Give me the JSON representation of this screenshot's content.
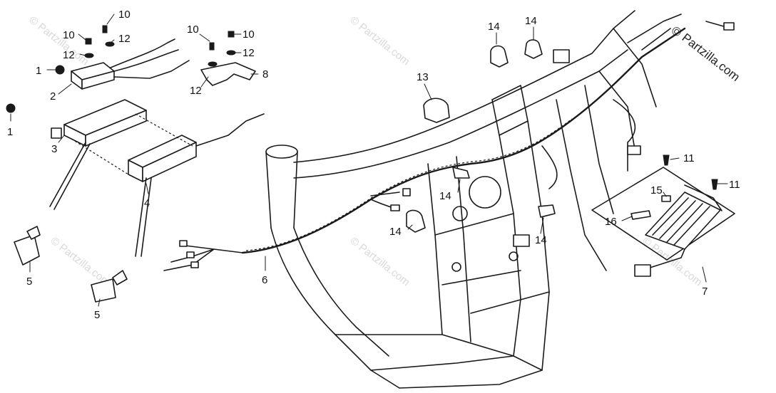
{
  "brand": {
    "copyright_symbol": "©",
    "name": "Partzilla.com"
  },
  "watermark": {
    "text": "© Partzilla.com"
  },
  "callouts": [
    {
      "id": "c-10-a",
      "label": "10"
    },
    {
      "id": "c-10-b",
      "label": "10"
    },
    {
      "id": "c-12-a",
      "label": "12"
    },
    {
      "id": "c-12-b",
      "label": "12"
    },
    {
      "id": "c-1-a",
      "label": "1"
    },
    {
      "id": "c-2",
      "label": "2"
    },
    {
      "id": "c-1-b",
      "label": "1"
    },
    {
      "id": "c-3",
      "label": "3"
    },
    {
      "id": "c-4",
      "label": "4"
    },
    {
      "id": "c-5-a",
      "label": "5"
    },
    {
      "id": "c-5-b",
      "label": "5"
    },
    {
      "id": "c-10-c",
      "label": "10"
    },
    {
      "id": "c-10-d",
      "label": "10"
    },
    {
      "id": "c-12-c",
      "label": "12"
    },
    {
      "id": "c-12-d",
      "label": "12"
    },
    {
      "id": "c-8",
      "label": "8"
    },
    {
      "id": "c-13",
      "label": "13"
    },
    {
      "id": "c-14-a",
      "label": "14"
    },
    {
      "id": "c-14-b",
      "label": "14"
    },
    {
      "id": "c-14-c",
      "label": "14"
    },
    {
      "id": "c-14-d",
      "label": "14"
    },
    {
      "id": "c-14-e",
      "label": "14"
    },
    {
      "id": "c-6",
      "label": "6"
    },
    {
      "id": "c-11-a",
      "label": "11"
    },
    {
      "id": "c-11-b",
      "label": "11"
    },
    {
      "id": "c-15",
      "label": "15"
    },
    {
      "id": "c-16",
      "label": "16"
    },
    {
      "id": "c-7",
      "label": "7"
    }
  ]
}
